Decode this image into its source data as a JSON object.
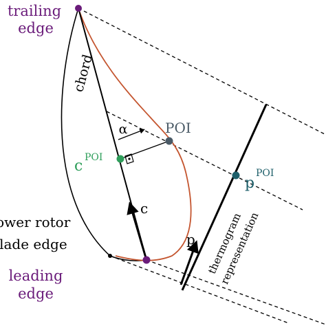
{
  "colors": {
    "purple": "#6a1b7a",
    "green": "#2e9e5a",
    "teal": "#1e5f6a",
    "gray": "#4a5a66",
    "orange": "#c4552f",
    "ink": "#000000"
  },
  "labels": {
    "trailing_line1": "trailing",
    "trailing_line2": "edge",
    "leading_line1": "leading",
    "leading_line2": "edge",
    "lower_line1": "lower rotor",
    "lower_line2": "blade edge",
    "chord": "chord",
    "alpha": "α",
    "poi": "POI",
    "c_base": "c",
    "c_sup": "POI",
    "p_base": "p",
    "p_sup": "POI",
    "c_vec": "c",
    "p_vec": "p",
    "thermo_line1": "thermogram",
    "thermo_line2": "representation"
  }
}
